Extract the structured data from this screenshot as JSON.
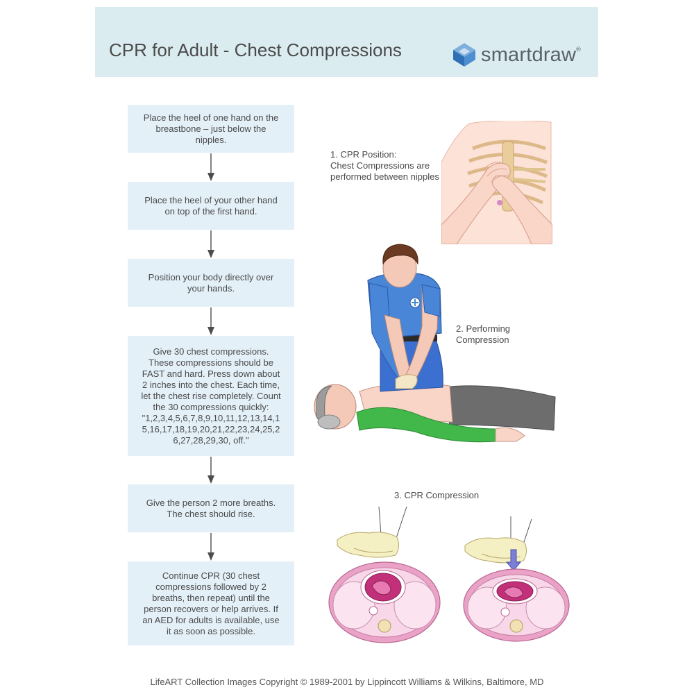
{
  "header": {
    "title": "CPR for Adult - Chest Compressions",
    "logo_text": "smartdraw",
    "logo_mark": "®",
    "bg_color": "#dbecf0"
  },
  "steps": [
    {
      "lines": [
        "Place the heel of one hand on the",
        "breastbone – just below the",
        "nipples."
      ]
    },
    {
      "lines": [
        "Place the heel of your other hand",
        "on top of the first hand."
      ]
    },
    {
      "lines": [
        "Position your body directly over",
        "your hands."
      ]
    },
    {
      "lines": [
        "Give 30 chest compressions.",
        "These compressions should be",
        "FAST and hard. Press down about",
        "2 inches into the chest. Each time,",
        "let the chest rise completely. Count",
        "the 30 compressions quickly:",
        "\"1,2,3,4,5,6,7,8,9,10,11,12,13,14,1",
        "5,16,17,18,19,20,21,22,23,24,25,2",
        "6,27,28,29,30, off.\""
      ]
    },
    {
      "lines": [
        "Give the person 2 more breaths.",
        "The chest should rise."
      ]
    },
    {
      "lines": [
        "Continue CPR (30 chest",
        "compressions followed by 2",
        "breaths, then repeat) until the",
        "person recovers or help arrives. If",
        "an AED for adults is available, use",
        "it as soon as possible."
      ]
    }
  ],
  "captions": {
    "position": [
      "1. CPR Position:",
      "Chest Compressions are",
      "performed between nipples"
    ],
    "performing": [
      "2. Performing",
      "Compression"
    ],
    "compression": [
      "3. CPR Compression"
    ]
  },
  "illustrations": {
    "hands_icon": "cpr-hand-position-illustration",
    "rescuer_icon": "rescuer-performing-compressions-illustration",
    "cross_section_icon": "chest-cross-section-illustration"
  },
  "footer": "LifeART Collection Images Copyright © 1989-2001 by Lippincott Williams & Wilkins, Baltimore, MD",
  "colors": {
    "step_bg": "#e3f0f8",
    "arrow": "#4d4d4d",
    "shirt_blue": "#4a86d8",
    "patient_green": "#42b84a",
    "heart": "#c2307a"
  }
}
